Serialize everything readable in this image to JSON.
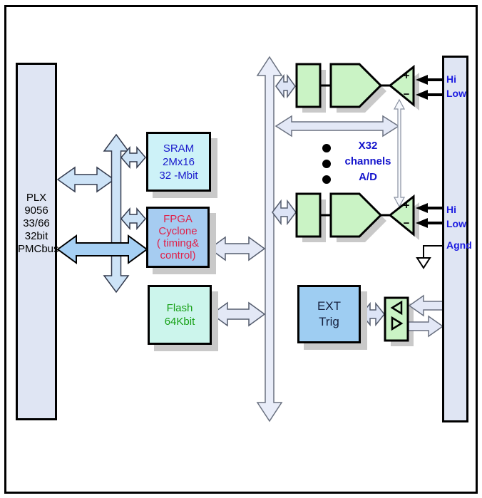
{
  "colors": {
    "bridge_fill": "#dfe5f3",
    "sram_fill": "#cdf2f8",
    "fpga_fill": "#a6ccf1",
    "flash_fill": "#ccf5ec",
    "ext_trig_fill": "#9ecdf2",
    "analog_green_fill": "#caf3c5",
    "bus_arrow_light": "#e3e8f6",
    "bus_arrow_blue": "#cde3f7",
    "bus_arrow_dark_blue": "#a6d0f4",
    "label_blue": "#1a1acc",
    "label_red": "#e02048",
    "label_green": "#16a016",
    "shadow_gray": "#c9c9c9"
  },
  "blocks": {
    "plx": {
      "lines": [
        "PLX",
        "9056",
        "33/66",
        "32bit",
        "PMCbus"
      ]
    },
    "sram": {
      "lines": [
        "SRAM",
        "2Mx16",
        "32 -Mbit"
      ]
    },
    "fpga": {
      "lines": [
        "FPGA",
        "Cyclone",
        "( timing&",
        "control)"
      ]
    },
    "flash": {
      "lines": [
        "Flash",
        "64Kbit"
      ]
    },
    "ext_trig": {
      "lines": [
        "EXT",
        "Trig"
      ]
    }
  },
  "adc_note": {
    "lines": [
      "X32",
      "channels",
      "A/D"
    ]
  },
  "io": {
    "ch1": {
      "hi": "Hi",
      "low": "Low",
      "plus": "+",
      "minus": "−"
    },
    "ch2": {
      "hi": "Hi",
      "low": "Low",
      "plus": "+",
      "minus": "−"
    },
    "agnd": "Agnd"
  }
}
